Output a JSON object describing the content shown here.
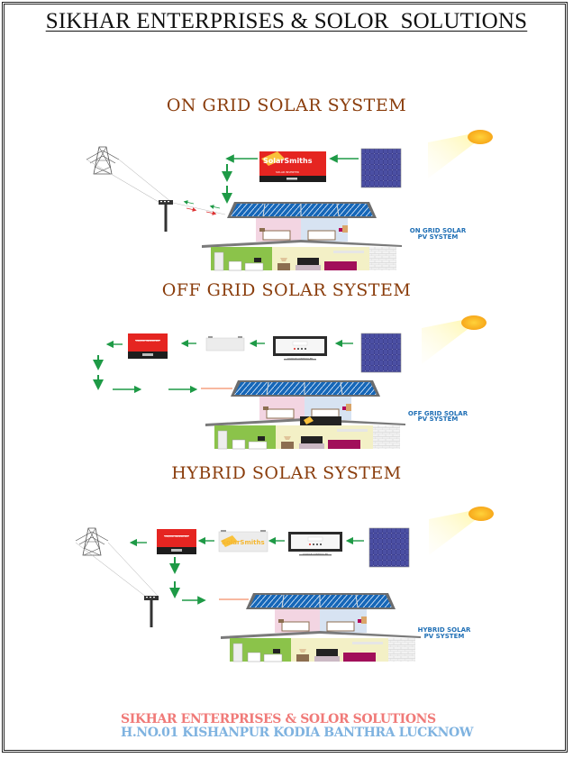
{
  "document": {
    "title": "SIKHAR ENTERPRISES & SOLOR  SOLUTIONS",
    "sections": [
      {
        "heading": "ON GRID SOLAR SYSTEM",
        "label_line1": "ON GRID SOLAR",
        "label_line2": "PV SYSTEM",
        "inverter_brand": "SolarSmiths",
        "inverter_caption": "SOLAR INVERTER"
      },
      {
        "heading": "OFF GRID SOLAR SYSTEM",
        "label_line1": "OFF GRID SOLAR",
        "label_line2": "PV SYSTEM",
        "inverter_caption": "AC/DC INVERTER",
        "controller_caption": "CHARGE CONTROLLER"
      },
      {
        "heading": "HYBRID SOLAR SYSTEM",
        "label_line1": "HYBRID SOLAR",
        "label_line2": "PV SYSTEM",
        "inverter_caption": "AC/DC INVERTER",
        "battery_brand": "SolarSmiths",
        "controller_caption": "CHARGE CONTROLLER"
      }
    ],
    "footer": {
      "company": "SIKHAR ENTERPRISES & SOLOR SOLUTIONS",
      "address": "H.NO.01 KISHANPUR KODIA BANTHRA LUCKNOW"
    }
  },
  "colors": {
    "heading": "#8a3d0c",
    "arrow": "#1e9a46",
    "inverter_red": "#e52521",
    "panel_blue": "#3b3f8f",
    "label_blue": "#1f6fb5",
    "footer_company": "#f07a78",
    "footer_address": "#7fb3e0"
  }
}
